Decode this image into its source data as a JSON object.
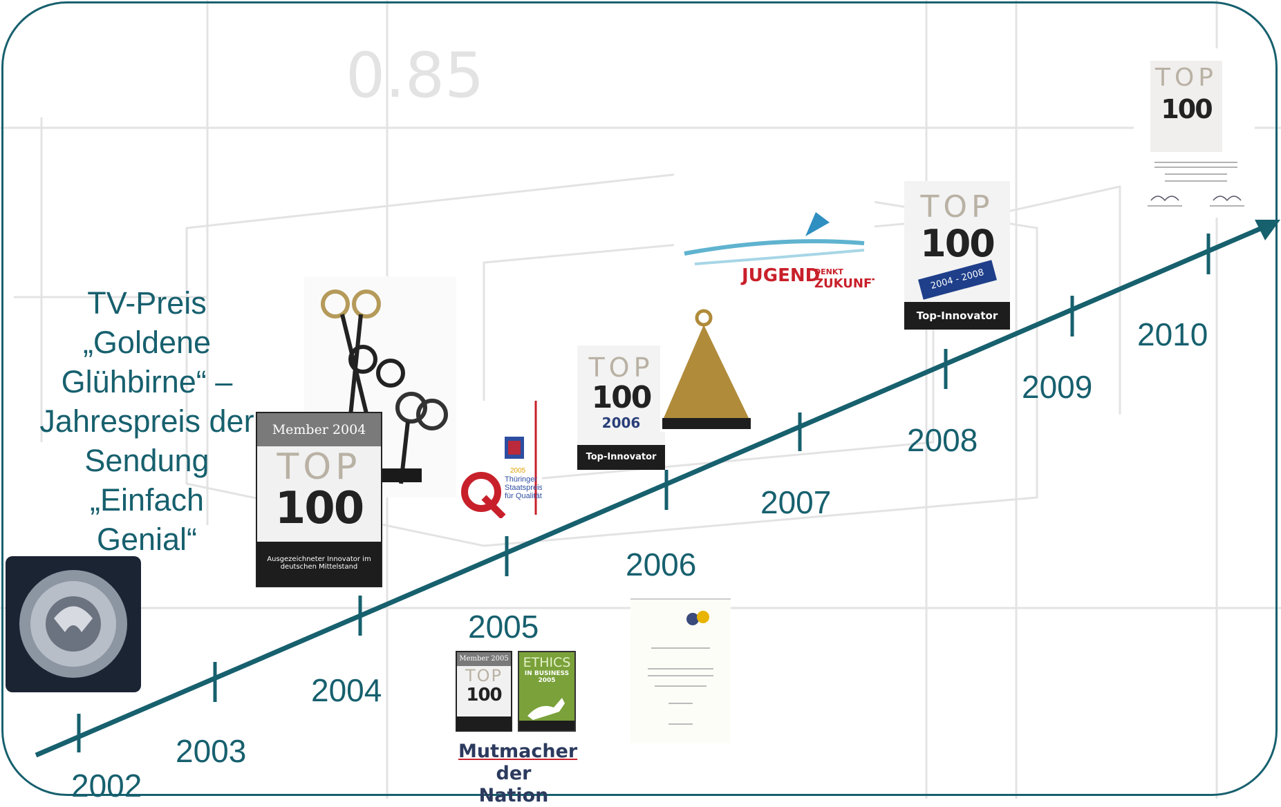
{
  "timeline": {
    "years": [
      "2002",
      "2003",
      "2004",
      "2005",
      "2006",
      "2007",
      "2008",
      "2009",
      "2010"
    ],
    "line_color": "#17606e"
  },
  "tv_prize": {
    "lines": [
      "TV-Preis",
      "„Goldene",
      "Glühbirne“ –",
      "Jahrespreis der",
      "Sendung",
      "„Einfach",
      "Genial“"
    ]
  },
  "awards": {
    "top100_2004": {
      "header": "Member 2004",
      "top": "TOP",
      "number": "100",
      "footer_line1": "Ausgezeichneter Innovator im",
      "footer_line2": "deutschen Mittelstand"
    },
    "thueringen": {
      "year": "2005",
      "lines": [
        "Thüringer",
        "Staatspreis",
        "für Qualität"
      ]
    },
    "top100_2006": {
      "top": "TOP",
      "number": "100",
      "year": "2006",
      "footer": "Top-Innovator"
    },
    "jugend": {
      "word1": "JUGEND",
      "word2a": "DENKT",
      "word2b": "ZUKUNFT"
    },
    "top100_2008": {
      "top": "TOP",
      "number": "100",
      "ribbon": "2004 - 2008",
      "footer": "Top-Innovator"
    },
    "top100_2010": {
      "top": "TOP",
      "number": "100"
    },
    "small_member": {
      "header": "Member 2005",
      "top": "TOP",
      "number": "100"
    },
    "ethics": {
      "line1": "ETHICS",
      "line2": "IN BUSINESS",
      "line3": "2005"
    },
    "mutmacher": {
      "line1": "Mutmacher",
      "line2": "der Nation"
    }
  }
}
